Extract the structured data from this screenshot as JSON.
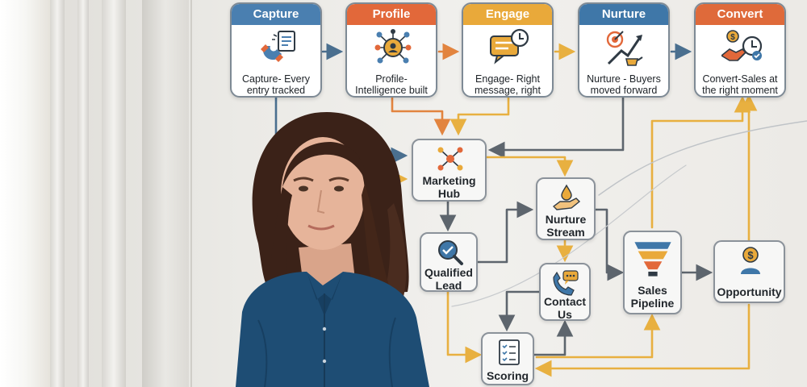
{
  "stages": [
    {
      "id": "capture",
      "title": "Capture",
      "caption": "Capture- Every entry tracked",
      "icon": "magnet-form-icon",
      "color": "#4a7fb0"
    },
    {
      "id": "profile",
      "title": "Profile",
      "caption": "Profile- Intelligence built automation",
      "icon": "gear-network-icon",
      "color": "#e2683a"
    },
    {
      "id": "engage",
      "title": "Engage",
      "caption": "Engage- Right message, right time",
      "icon": "message-clock-icon",
      "color": "#e9a93a"
    },
    {
      "id": "nurture",
      "title": "Nurture",
      "caption": "Nurture - Buyers moved forward",
      "icon": "target-growth-icon",
      "color": "#3f77a8"
    },
    {
      "id": "convert",
      "title": "Convert",
      "caption": "Convert-Sales at the right moment",
      "icon": "handshake-clock-icon",
      "color": "#df6a3a"
    }
  ],
  "nodes": {
    "marketing_hub": {
      "label": "Marketing Hub",
      "icon": "hub-network-icon"
    },
    "nurture_stream": {
      "label": "Nurture Stream",
      "icon": "hand-drop-icon"
    },
    "qualified_lead": {
      "label": "Qualified Lead",
      "icon": "magnifier-check-icon"
    },
    "contact_us": {
      "label": "Contact Us",
      "icon": "phone-chat-icon"
    },
    "sales_pipeline": {
      "label": "Sales Pipeline",
      "icon": "funnel-icon"
    },
    "opportunity": {
      "label": "Opportunity",
      "icon": "coin-person-icon"
    },
    "scoring": {
      "label": "Scoring",
      "icon": "checklist-icon"
    }
  },
  "colors": {
    "blue_arrow": "#4a6f8f",
    "orange_arrow": "#e2843f",
    "gold_arrow": "#e8b040",
    "gray_arrow": "#5d656d"
  }
}
